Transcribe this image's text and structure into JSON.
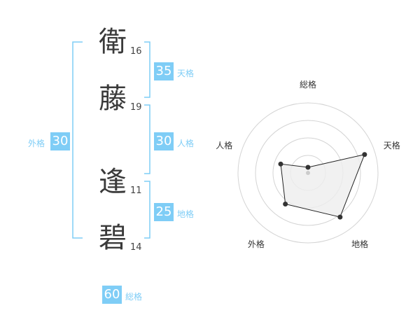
{
  "name": {
    "chars": [
      {
        "char": "衛",
        "strokes": "16"
      },
      {
        "char": "藤",
        "strokes": "19"
      },
      {
        "char": "逢",
        "strokes": "11"
      },
      {
        "char": "碧",
        "strokes": "14"
      }
    ]
  },
  "scores": {
    "gaikaku": {
      "label": "外格",
      "value": "30"
    },
    "tenkaku": {
      "label": "天格",
      "value": "35"
    },
    "jinkaku": {
      "label": "人格",
      "value": "30"
    },
    "chikaku": {
      "label": "地格",
      "value": "25"
    },
    "soukaku": {
      "label": "総格",
      "value": "60"
    }
  },
  "colors": {
    "accent": "#7fcdf6",
    "polygon_fill": "#eeeeee",
    "polygon_stroke": "#222222"
  },
  "chart_data": {
    "type": "radar",
    "axes": [
      "総格",
      "天格",
      "地格",
      "外格",
      "人格"
    ],
    "values": [
      0.08,
      0.85,
      0.78,
      0.55,
      0.41
    ],
    "range": [
      0,
      1
    ],
    "rings": 4
  }
}
